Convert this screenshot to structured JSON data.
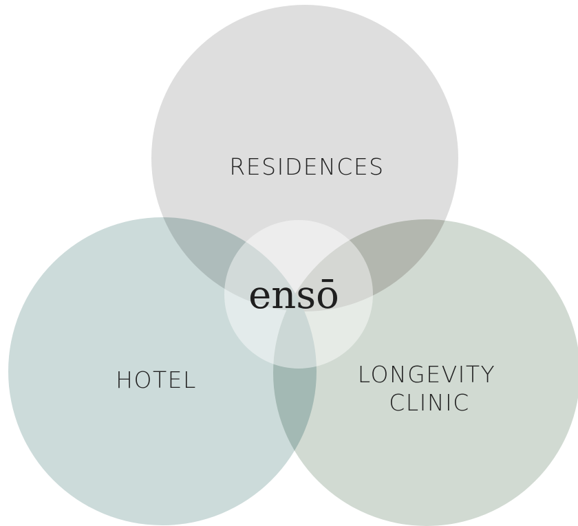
{
  "diagram": {
    "type": "venn",
    "center_label": "ensō",
    "sets": [
      {
        "id": "residences",
        "lines": [
          "RESIDENCES"
        ],
        "color": "#dedede"
      },
      {
        "id": "hotel",
        "lines": [
          "HOTEL"
        ],
        "color": "#ccdbda"
      },
      {
        "id": "clinic",
        "lines": [
          "LONGEVITY",
          "CLINIC"
        ],
        "color": "#d1dad2"
      }
    ],
    "overlap_colors": {
      "residences_hotel": "#aebcbb",
      "residences_clinic": "#b3b7af",
      "hotel_clinic": "#a3b9b4",
      "center_disc": "#ffffff"
    }
  }
}
